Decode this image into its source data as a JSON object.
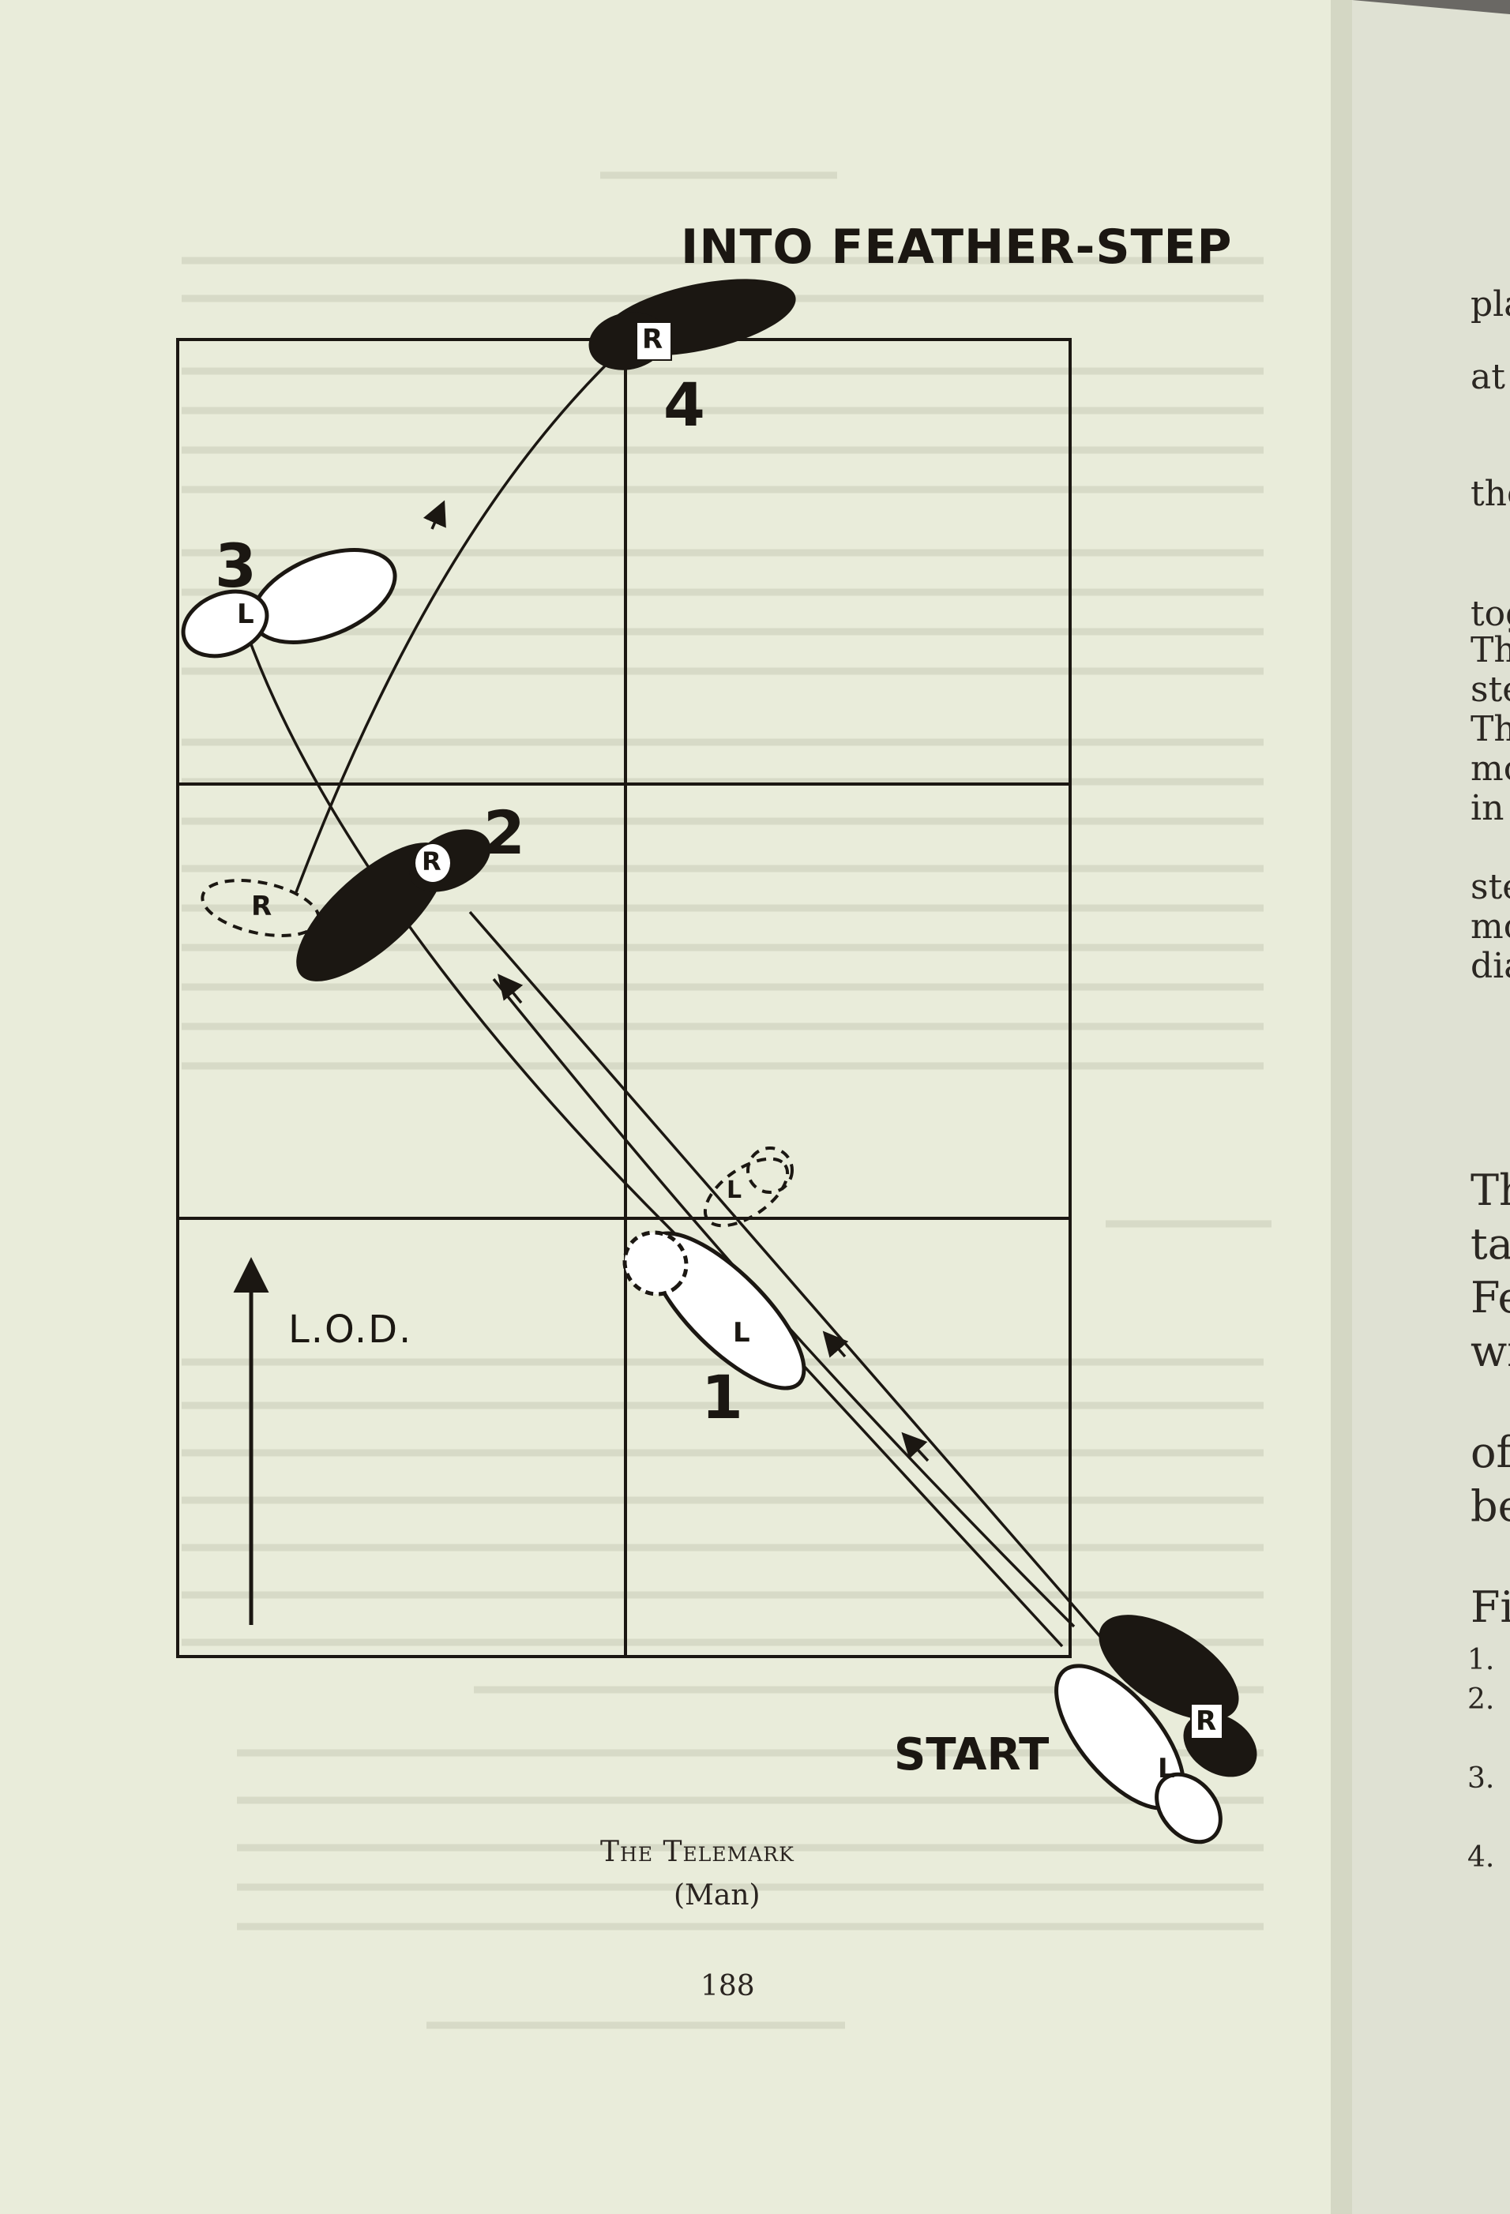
{
  "diagram": {
    "heading": "INTO FEATHER-STEP",
    "start_label": "START",
    "lod_label": "L.O.D.",
    "steps": [
      {
        "number": "1",
        "foot": "L"
      },
      {
        "number": "2",
        "foot": "R"
      },
      {
        "number": "3",
        "foot": "L"
      },
      {
        "number": "4",
        "foot": "R"
      }
    ],
    "start_feet": {
      "right": "R",
      "left": "L"
    },
    "ghost_feet": {
      "upper": "R",
      "lower": "L"
    }
  },
  "caption": {
    "title": "The Telemark",
    "subtitle": "(Man)",
    "page_number": "188"
  },
  "right_page": {
    "fragments": [
      "pla",
      "at",
      "the",
      "tog",
      "Th",
      "ste",
      "Th",
      "mo",
      "in",
      "ste",
      "mo",
      "dia",
      "Th",
      "tal",
      "Fe",
      "wi",
      "of",
      "be",
      "Fi",
      "1.",
      "2.",
      "3.",
      "4."
    ]
  },
  "colors": {
    "page": "#e9ecda",
    "ink": "#1b1712",
    "right_page": "#dfe1d3",
    "background_edge": "#6a6864"
  }
}
